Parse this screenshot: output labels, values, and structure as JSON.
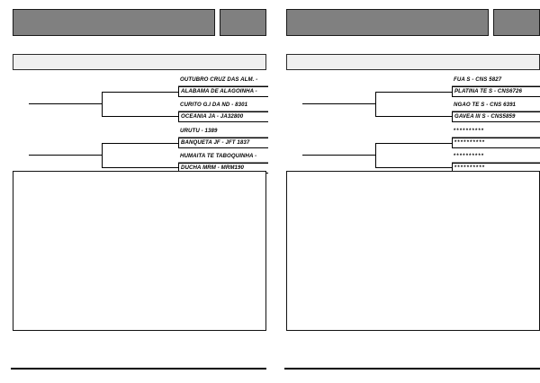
{
  "document": {
    "layout": "two-panel-duplicate",
    "panel_count": 2
  },
  "panels": [
    {
      "id": "left",
      "name": "left-panel",
      "header": {
        "main_label": "",
        "side_label": "",
        "fill_color": "#808080"
      },
      "subheader": {
        "label": "",
        "fill_color": "#efefef"
      },
      "brackets": [
        {
          "name": "bracket-group-1",
          "entries": [
            {
              "label": "OUTUBRO CRUZ DAS ALM. -",
              "masked": false
            },
            {
              "label": "ALABAMA DE ALAGOINHA -",
              "masked": false
            },
            {
              "label": "CURITO G.I DA ND - 8301",
              "masked": false
            },
            {
              "label": "OCEANIA JA - JA32800",
              "masked": false
            }
          ]
        },
        {
          "name": "bracket-group-2",
          "entries": [
            {
              "label": "URUTU - 1389",
              "masked": false
            },
            {
              "label": "BANQUETA JF - JFT 1837",
              "masked": false
            },
            {
              "label": "HUMAITA TE TABOQUINHA -",
              "masked": false
            },
            {
              "label": "DUCHA MRM - MRM190",
              "masked": false
            }
          ]
        }
      ],
      "content_box": {
        "label": ""
      },
      "footer": {
        "rule": true
      }
    },
    {
      "id": "right",
      "name": "right-panel",
      "header": {
        "main_label": "",
        "side_label": "",
        "fill_color": "#808080"
      },
      "subheader": {
        "label": "",
        "fill_color": "#efefef"
      },
      "brackets": [
        {
          "name": "bracket-group-1",
          "entries": [
            {
              "label": "FUA S - CNS 5827",
              "masked": false
            },
            {
              "label": "PLATINA TE S - CNS6726",
              "masked": false
            },
            {
              "label": "NGAO TE S - CNS 6391",
              "masked": false
            },
            {
              "label": "GAVEA III S - CNS5859",
              "masked": false
            }
          ]
        },
        {
          "name": "bracket-group-2",
          "entries": [
            {
              "label": "**********",
              "masked": true
            },
            {
              "label": "**********",
              "masked": true
            },
            {
              "label": "**********",
              "masked": true
            },
            {
              "label": "**********",
              "masked": true
            }
          ]
        }
      ],
      "content_box": {
        "label": ""
      },
      "footer": {
        "rule": true
      }
    }
  ],
  "colors": {
    "header_gray": "#808080",
    "subheader_gray": "#efefef",
    "line_black": "#000000",
    "rule_gray": "#8a8a8a",
    "page_background": "#ffffff"
  }
}
